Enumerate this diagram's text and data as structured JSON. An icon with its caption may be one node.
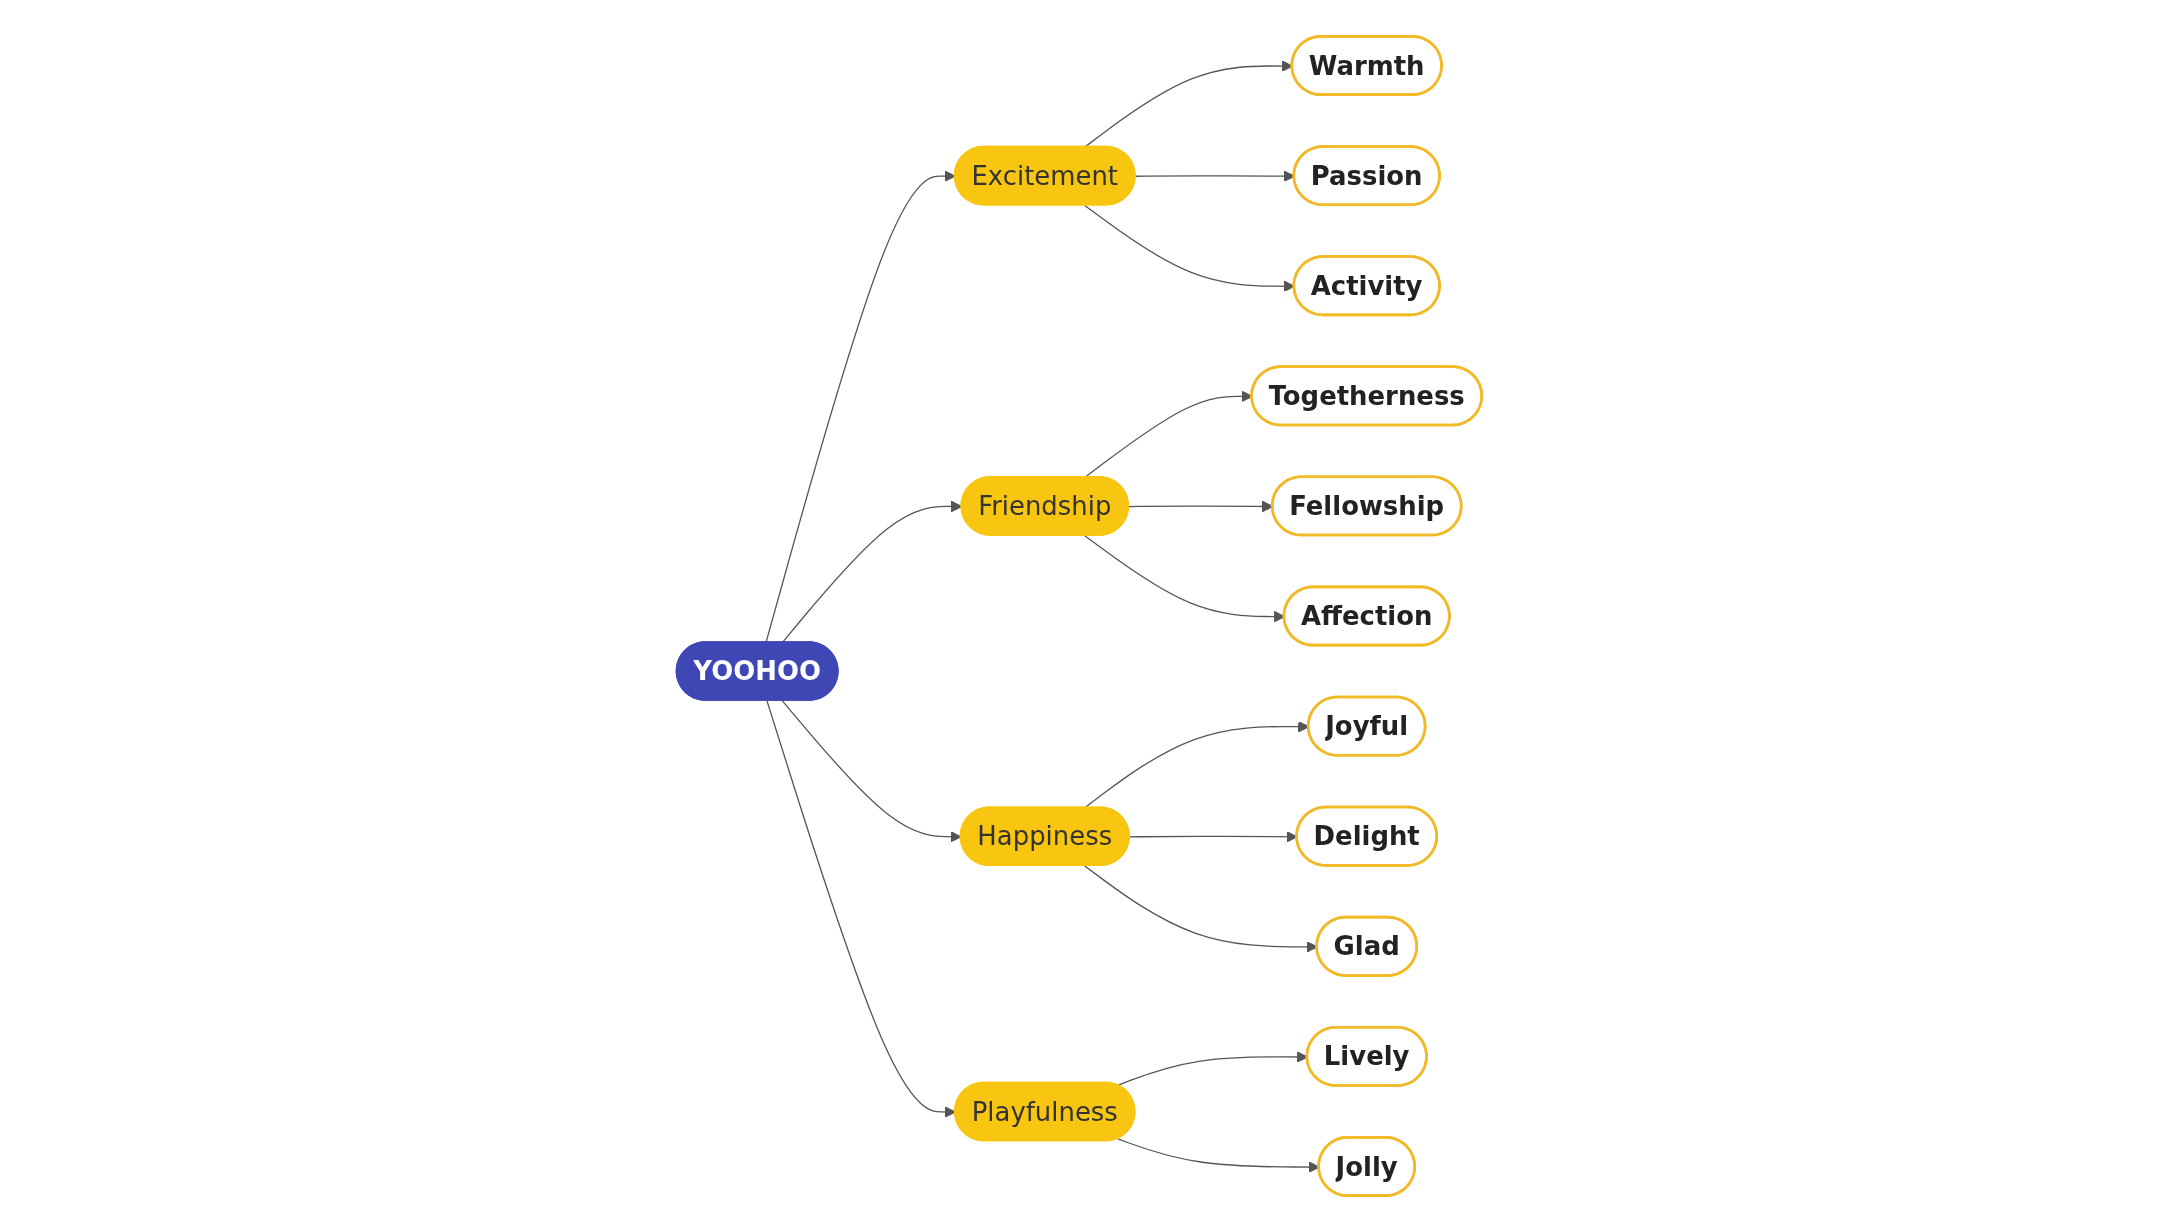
{
  "diagram": {
    "nodes": [
      {
        "text": [
          "YOOHOO"
        ]
      },
      {
        "text": [
          "Excitement"
        ]
      },
      {
        "text": [
          "Warmth"
        ]
      },
      {
        "text": [
          "Passion"
        ]
      },
      {
        "text": [
          "Activity"
        ]
      },
      {
        "text": [
          "Friendship"
        ]
      },
      {
        "text": [
          "Togetherness"
        ]
      },
      {
        "text": [
          "Fellowship"
        ]
      },
      {
        "text": [
          "Affection"
        ]
      },
      {
        "text": [
          "Happiness"
        ]
      },
      {
        "text": [
          "Joyful"
        ]
      },
      {
        "text": [
          "Delight"
        ]
      },
      {
        "text": [
          "Glad"
        ]
      },
      {
        "text": [
          "Playfulness"
        ]
      },
      {
        "text": [
          "Lively"
        ]
      },
      {
        "text": [
          "Jolly"
        ]
      }
    ],
    "edges": [
      {
        "from": 0,
        "to": 1,
        "arrow": "to"
      },
      {
        "from": 1,
        "to": 2,
        "arrow": "to"
      },
      {
        "from": 1,
        "to": 3,
        "arrow": "to"
      },
      {
        "from": 1,
        "to": 4,
        "arrow": "to"
      },
      {
        "from": 0,
        "to": 5,
        "arrow": "to"
      },
      {
        "from": 5,
        "to": 6,
        "arrow": "to"
      },
      {
        "from": 5,
        "to": 7,
        "arrow": "to"
      },
      {
        "from": 5,
        "to": 8,
        "arrow": "to"
      },
      {
        "from": 0,
        "to": 9,
        "arrow": "to"
      },
      {
        "from": 9,
        "to": 10,
        "arrow": "to"
      },
      {
        "from": 9,
        "to": 11,
        "arrow": "to"
      },
      {
        "from": 9,
        "to": 12,
        "arrow": "to"
      },
      {
        "from": 0,
        "to": 13,
        "arrow": "to"
      },
      {
        "from": 13,
        "to": 14,
        "arrow": "to"
      },
      {
        "from": 13,
        "to": 15,
        "arrow": "to"
      }
    ]
  }
}
